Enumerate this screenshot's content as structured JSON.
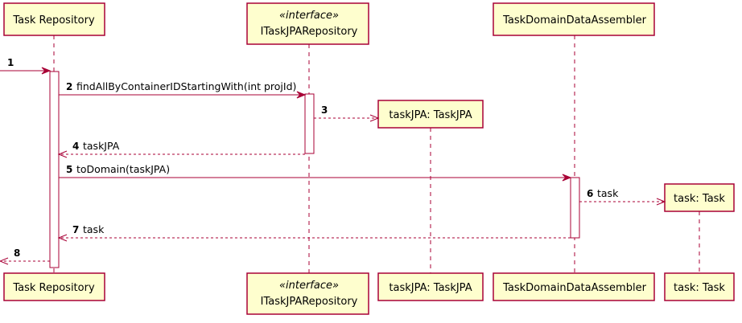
{
  "participants": [
    {
      "id": "repo",
      "stereotype": "",
      "name": "Task Repository"
    },
    {
      "id": "itask",
      "stereotype": "«interface»",
      "name": "ITaskJPARepository"
    },
    {
      "id": "taskjpa",
      "stereotype": "",
      "name": "taskJPA: TaskJPA"
    },
    {
      "id": "assembler",
      "stereotype": "",
      "name": "TaskDomainDataAssembler"
    },
    {
      "id": "task",
      "stereotype": "",
      "name": "task: Task"
    }
  ],
  "messages": [
    {
      "num": "1",
      "label": "",
      "from": "external",
      "to": "repo",
      "kind": "sync"
    },
    {
      "num": "2",
      "label": "findAllByContainerIDStartingWith(int projId)",
      "from": "repo",
      "to": "itask",
      "kind": "sync"
    },
    {
      "num": "3",
      "label": "",
      "from": "itask",
      "to": "taskjpa",
      "kind": "create"
    },
    {
      "num": "4",
      "label": "taskJPA",
      "from": "itask",
      "to": "repo",
      "kind": "return"
    },
    {
      "num": "5",
      "label": "toDomain(taskJPA)",
      "from": "repo",
      "to": "assembler",
      "kind": "sync"
    },
    {
      "num": "6",
      "label": "task",
      "from": "assembler",
      "to": "task",
      "kind": "create"
    },
    {
      "num": "7",
      "label": "task",
      "from": "assembler",
      "to": "repo",
      "kind": "return"
    },
    {
      "num": "8",
      "label": "",
      "from": "repo",
      "to": "external",
      "kind": "return"
    }
  ],
  "colors": {
    "participant_fill": "#FEFECE",
    "participant_border": "#A80036",
    "arrow": "#A80036",
    "activation_fill": "#FFFFFF"
  }
}
